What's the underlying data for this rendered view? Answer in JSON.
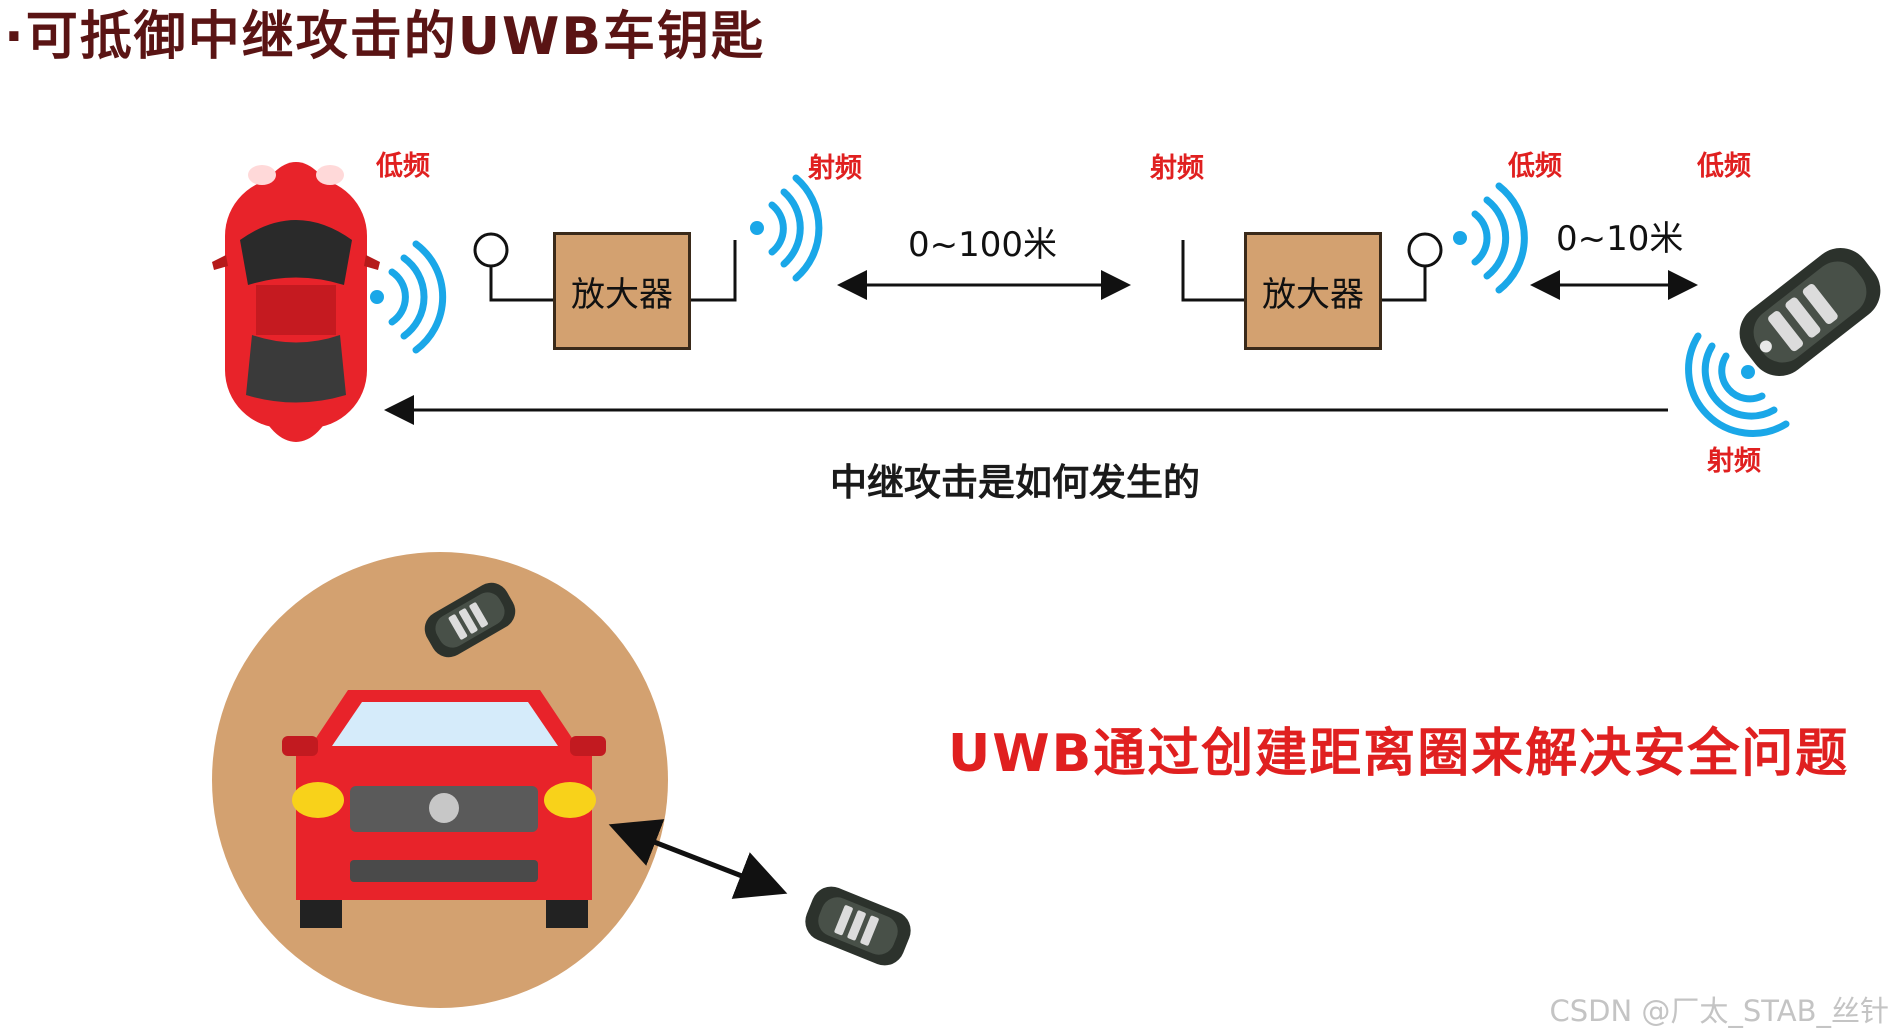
{
  "title": "·可抵御中继攻击的UWB车钥匙",
  "labels": {
    "lf_car": "低频",
    "rf_amp1": "射频",
    "rf_amp2": "射频",
    "lf_amp2": "低频",
    "lf_key": "低频",
    "rf_key": "射频"
  },
  "amplifier_label": "放大器",
  "distances": {
    "relay": "0~100米",
    "key": "0~10米"
  },
  "caption": "中继攻击是如何发生的",
  "uwb_text": "UWB通过创建距离圈来解决安全问题",
  "watermark": "CSDN @厂太_STAB_丝针",
  "colors": {
    "title": "#5a1414",
    "label_red": "#e02020",
    "wave_blue": "#1aa7e8",
    "amp_fill": "#d3a170",
    "circle_fill": "#d3a170",
    "car_red": "#e8232a"
  }
}
